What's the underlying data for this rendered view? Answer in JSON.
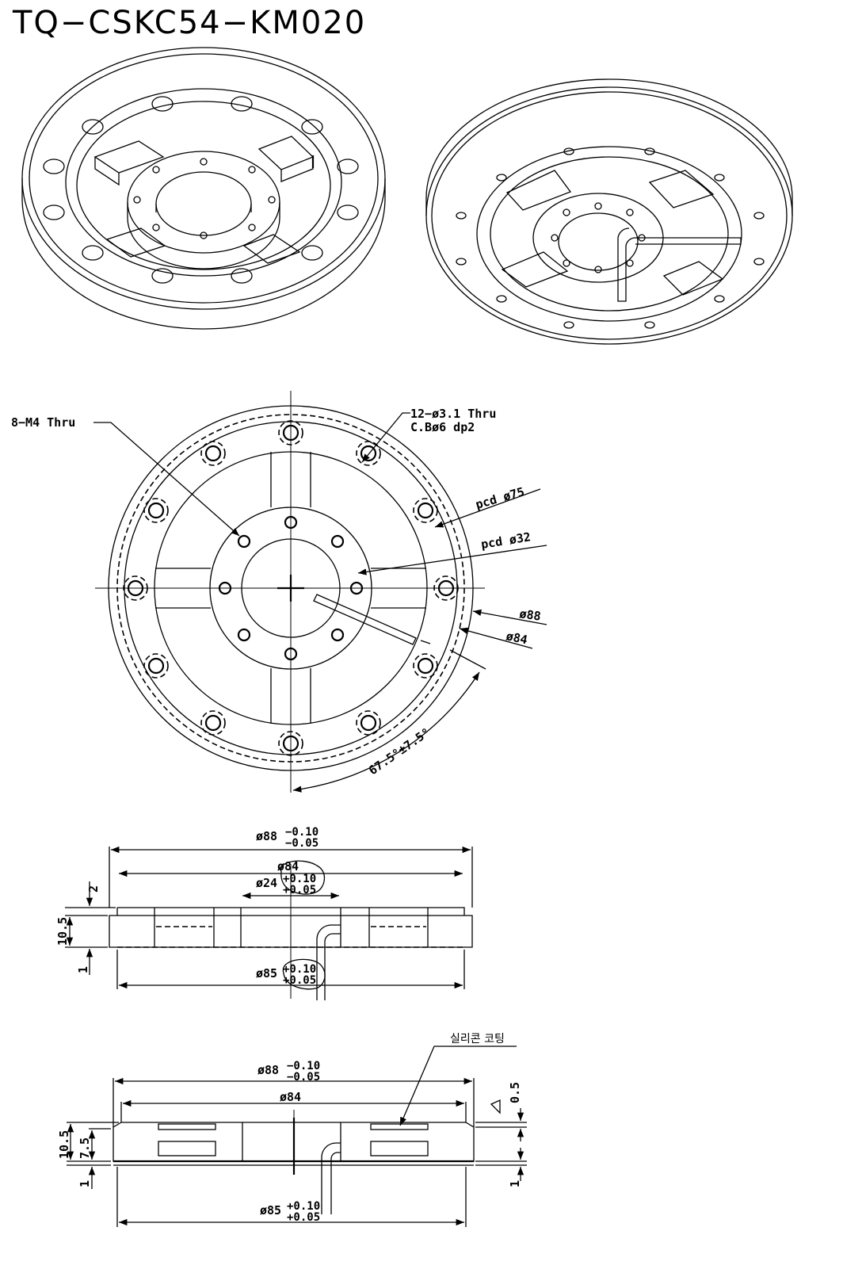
{
  "drawing": {
    "title": "TQ−CSKC54−KM020"
  },
  "top_view": {
    "callouts": {
      "m4_holes": "8−M4 Thru",
      "thru_holes_line1": "12−ø3.1 Thru",
      "thru_holes_line2": "C.Bø6 dp2",
      "pcd_outer": "pcd ø75",
      "pcd_inner": "pcd ø32",
      "dia_88": "ø88",
      "dia_84": "ø84",
      "angle": "67.5°±7.5°"
    }
  },
  "side_view": {
    "outer_dia": "ø88",
    "outer_tol_upper": "−0.10",
    "outer_tol_lower": "−0.05",
    "mid_dia": "ø84",
    "bore_dia": "ø24",
    "bore_tol_upper": "+0.10",
    "bore_tol_lower": "+0.05",
    "bottom_dia": "ø85",
    "bottom_tol_upper": "+0.10",
    "bottom_tol_lower": "+0.05",
    "dim_top": "2",
    "dim_height": "10.5",
    "dim_bottom": "1"
  },
  "section_view": {
    "coating_note": "실리콘 코팅",
    "outer_dia": "ø88",
    "outer_tol_upper": "−0.10",
    "outer_tol_lower": "−0.05",
    "mid_dia": "ø84",
    "bottom_dia": "ø85",
    "bottom_tol_upper": "+0.10",
    "bottom_tol_lower": "+0.05",
    "dim_height": "10.5",
    "dim_inner": "7.5",
    "dim_bottom_left": "1",
    "dim_top_right": "0.5",
    "dim_bottom_right": "1"
  }
}
